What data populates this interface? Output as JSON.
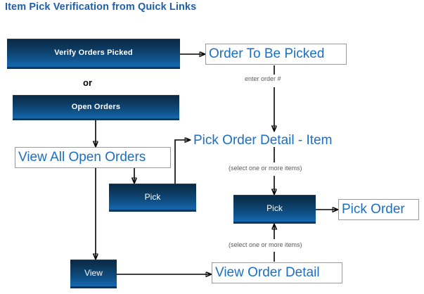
{
  "title": "Item Pick Verification from Quick Links",
  "colors": {
    "title_blue": "#1f5eab",
    "node_blue": "#1b6fc4",
    "button_dark_navy": "#0a2a46",
    "button_bright_blue": "#1465ab",
    "button_text": "#ffffff",
    "box_border_gray": "#9a9a9a",
    "annotation_gray": "#5b5b5b",
    "arrow_black": "#000000",
    "background": "#ffffff"
  },
  "buttons": [
    {
      "id": "verify-orders-picked",
      "label": "Verify Orders Picked",
      "style": "bold"
    },
    {
      "id": "open-orders",
      "label": "Open Orders",
      "style": "bold"
    },
    {
      "id": "pick-left",
      "label": "Pick",
      "style": "plain"
    },
    {
      "id": "pick-right",
      "label": "Pick",
      "style": "plain"
    },
    {
      "id": "view",
      "label": "View",
      "style": "plain"
    }
  ],
  "boxes": [
    {
      "id": "order-to-be-picked",
      "label": "Order To Be Picked"
    },
    {
      "id": "view-all-open-orders",
      "label": "View All Open Orders"
    },
    {
      "id": "pick-order",
      "label": "Pick Order"
    },
    {
      "id": "view-order-detail",
      "label": "View Order Detail"
    }
  ],
  "text_nodes": [
    {
      "id": "pick-order-detail-item",
      "label": "Pick Order Detail - Item"
    }
  ],
  "connector_labels": {
    "or": "or",
    "enter_order_number": "enter order #",
    "select_items_upper": "(select one or more items)",
    "select_items_lower": "(select one or more items)"
  },
  "flow": {
    "edges": [
      {
        "from": "verify-orders-picked",
        "to": "order-to-be-picked",
        "label": ""
      },
      {
        "from": "order-to-be-picked",
        "to": "pick-order-detail-item",
        "label": "enter order #"
      },
      {
        "from": "open-orders",
        "to": "view-all-open-orders",
        "label": ""
      },
      {
        "from": "view-all-open-orders",
        "to": "pick-left",
        "label": ""
      },
      {
        "from": "pick-left",
        "to": "pick-order-detail-item",
        "label": ""
      },
      {
        "from": "view-all-open-orders",
        "to": "view",
        "label": ""
      },
      {
        "from": "view",
        "to": "view-order-detail",
        "label": ""
      },
      {
        "from": "pick-order-detail-item",
        "to": "pick-right",
        "label": "(select one or more items)"
      },
      {
        "from": "view-order-detail",
        "to": "pick-right",
        "label": "(select one or more items)"
      },
      {
        "from": "pick-right",
        "to": "pick-order",
        "label": ""
      }
    ]
  }
}
